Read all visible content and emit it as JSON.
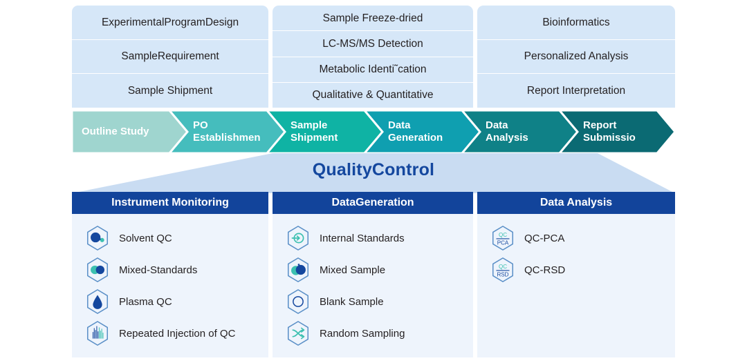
{
  "top_cards": [
    {
      "id": "design",
      "rows": [
        "ExperimentalProgramDesign",
        "SampleRequirement",
        "Sample Shipment"
      ]
    },
    {
      "id": "detection",
      "rows": [
        "Sample Freeze-dried",
        "LC-MS/MS Detection",
        "Metabolic Identi˜cation",
        "Qualitative & Quantitative"
      ]
    },
    {
      "id": "analysis",
      "rows": [
        "Bioinformatics",
        "Personalized Analysis",
        "Report Interpretation"
      ]
    }
  ],
  "process_steps": [
    {
      "label_line1": "Outline Study",
      "label_line2": "",
      "color": "#9fd5cf"
    },
    {
      "label_line1": "PO",
      "label_line2": "Establishmen",
      "color": "#45bdbd"
    },
    {
      "label_line1": "Sample",
      "label_line2": "Shipment",
      "color": "#0fb3a4"
    },
    {
      "label_line1": "Data",
      "label_line2": "Generation",
      "color": "#0f9fb0"
    },
    {
      "label_line1": "Data",
      "label_line2": "Analysis",
      "color": "#0f8187"
    },
    {
      "label_line1": "Report",
      "label_line2": "Submissio",
      "color": "#0b6a73"
    }
  ],
  "quality_control_title": "QualityControl",
  "qc_columns": [
    {
      "header": "Instrument Monitoring",
      "items": [
        {
          "icon": "solvent-droplets-icon",
          "label": "Solvent QC"
        },
        {
          "icon": "two-circles-icon",
          "label": "Mixed-Standards"
        },
        {
          "icon": "droplet-icon",
          "label": "Plasma QC"
        },
        {
          "icon": "chromatogram-bars-icon",
          "label": "Repeated Injection of QC"
        }
      ]
    },
    {
      "header": "DataGeneration",
      "items": [
        {
          "icon": "arrow-into-circle-icon",
          "label": "Internal Standards"
        },
        {
          "icon": "overlapping-circles-icon",
          "label": "Mixed Sample"
        },
        {
          "icon": "empty-circle-icon",
          "label": "Blank Sample"
        },
        {
          "icon": "shuffle-arrows-icon",
          "label": "Random Sampling"
        }
      ]
    },
    {
      "header": "Data Analysis",
      "items": [
        {
          "icon": "qc-pca-fraction-icon",
          "label": "QC-PCA",
          "icon_top": "QC",
          "icon_bottom": "PCA"
        },
        {
          "icon": "qc-rsd-fraction-icon",
          "label": "QC-RSD",
          "icon_top": "QC",
          "icon_bottom": "RSD"
        }
      ]
    }
  ],
  "colors": {
    "card_bg": "#d6e7f8",
    "funnel": "#c9dcf2",
    "qc_header": "#12449b",
    "qc_body": "#eef4fc",
    "title": "#14479e",
    "icon_navy": "#14479e",
    "icon_teal": "#3cc0b0",
    "icon_stroke": "#5a8fc7"
  }
}
